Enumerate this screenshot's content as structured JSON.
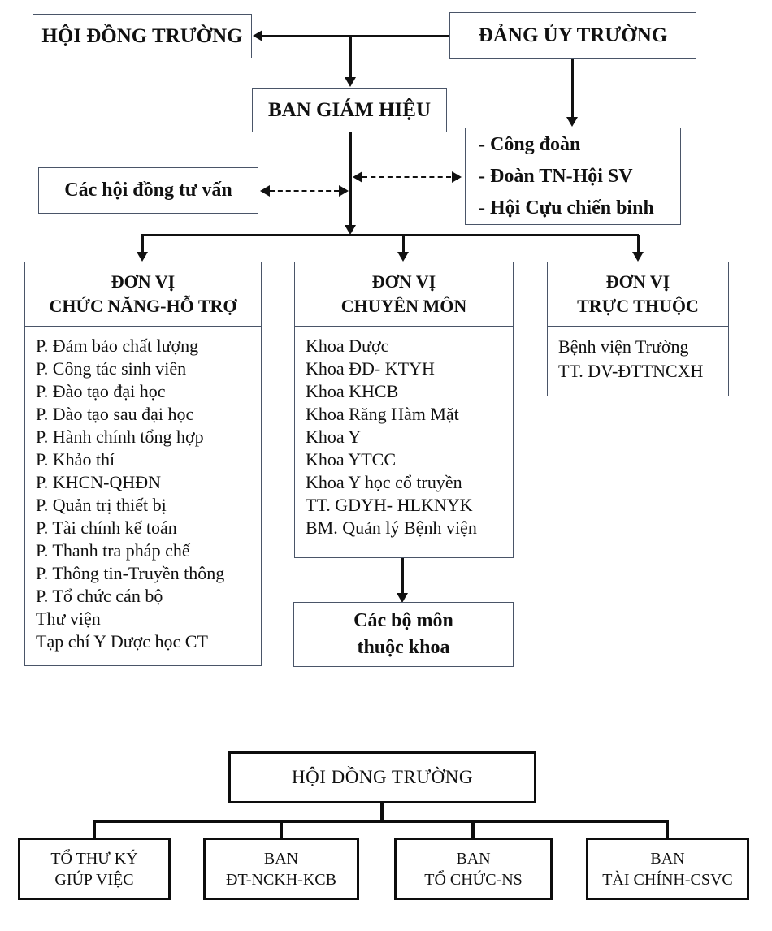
{
  "top": {
    "hoi_dong_truong": "HỘI ĐỒNG TRƯỜNG",
    "dang_uy_truong": "ĐẢNG ỦY TRƯỜNG",
    "ban_giam_hieu": "BAN GIÁM HIỆU",
    "cac_hoi_dong_tu_van": "Các hội đồng tư vấn",
    "mass_orgs": [
      "- Công đoàn",
      "- Đoàn TN-Hội SV",
      "- Hội Cựu chiến binh"
    ]
  },
  "columns": [
    {
      "title_line1": "ĐƠN VỊ",
      "title_line2": "CHỨC NĂNG-HỖ TRỢ",
      "items": [
        "P. Đảm bảo chất lượng",
        "P. Công tác sinh viên",
        "P. Đào tạo đại học",
        "P. Đào tạo sau đại học",
        "P. Hành chính tổng hợp",
        "P. Khảo thí",
        "P. KHCN-QHĐN",
        "P. Quản trị thiết bị",
        "P. Tài chính kế toán",
        "P. Thanh tra pháp chế",
        "P. Thông tin-Truyền thông",
        "P. Tổ chức cán bộ",
        "Thư viện",
        "Tạp chí Y Dược học CT"
      ]
    },
    {
      "title_line1": "ĐƠN VỊ",
      "title_line2": "CHUYÊN MÔN",
      "items": [
        "Khoa Dược",
        "Khoa ĐD- KTYH",
        "Khoa KHCB",
        "Khoa Răng Hàm Mặt",
        "Khoa Y",
        "Khoa YTCC",
        "Khoa Y học cổ truyền",
        "TT. GDYH- HLKNYK",
        "BM. Quản lý Bệnh viện"
      ]
    },
    {
      "title_line1": "ĐƠN VỊ",
      "title_line2": "TRỰC THUỘC",
      "items": [
        "Bệnh viện Trường",
        "TT. DV-ĐTTNCXH"
      ]
    }
  ],
  "cac_bo_mon": {
    "line1": "Các bộ môn",
    "line2": "thuộc khoa"
  },
  "bottom": {
    "root": "HỘI ĐỒNG TRƯỜNG",
    "children": [
      {
        "line1": "TỔ THƯ KÝ",
        "line2": "GIÚP VIỆC"
      },
      {
        "line1": "BAN",
        "line2": "ĐT-NCKH-KCB"
      },
      {
        "line1": "BAN",
        "line2": "TỔ CHỨC-NS"
      },
      {
        "line1": "BAN",
        "line2": "TÀI CHÍNH-CSVC"
      }
    ]
  },
  "colors": {
    "box_border": "#4a5568",
    "thick_border": "#0d0d0d",
    "connector": "#111111",
    "text": "#111111",
    "background": "#ffffff"
  }
}
